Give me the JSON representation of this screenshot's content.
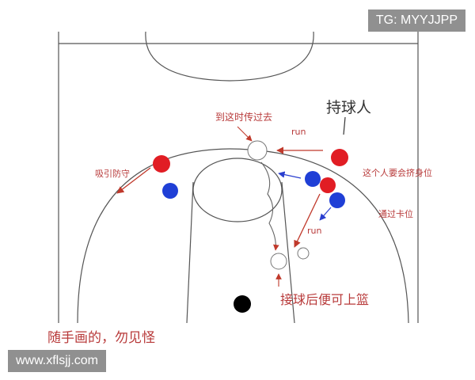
{
  "watermarks": {
    "tg": "TG: MYYJJPP",
    "site": "www.xflsjj.com"
  },
  "annotations": {
    "ball_holder": "持球人",
    "pass_and_cut": "到这时传过去",
    "run_top": "run",
    "attract": "吸引防守",
    "seal_position": "这个人要会挤身位",
    "box_out": "通过卡位",
    "run_lower": "run",
    "catch_layup": "接球后便可上篮",
    "footnote": "随手画的，勿见怪"
  },
  "colors": {
    "offense": "#e11d24",
    "defense": "#1f3fd6",
    "ball": "#000000",
    "arrow": "#c0392b",
    "line": "#444444"
  }
}
